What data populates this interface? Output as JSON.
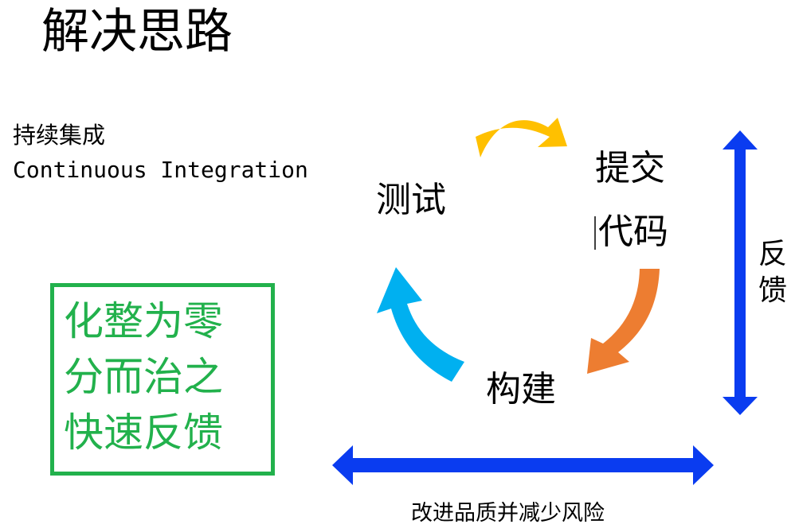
{
  "title": "解决思路",
  "ci": {
    "chinese": "持续集成",
    "english": "Continuous Integration"
  },
  "green_box": {
    "lines": [
      "化整为零",
      "分而治之",
      "快速反馈"
    ],
    "color": "#22b14c"
  },
  "cycle": {
    "nodes": {
      "commit": [
        "提交",
        "代码"
      ],
      "build": "构建",
      "test": "测试"
    },
    "arrow_colors": {
      "test_to_commit": "#ffc000",
      "commit_to_build": "#ed7d31",
      "build_to_test": "#00b0f0"
    }
  },
  "feedback_label": [
    "反",
    "馈"
  ],
  "bottom_caption": "改进品质并减少风险",
  "double_arrow_color": "#0a3cf0"
}
